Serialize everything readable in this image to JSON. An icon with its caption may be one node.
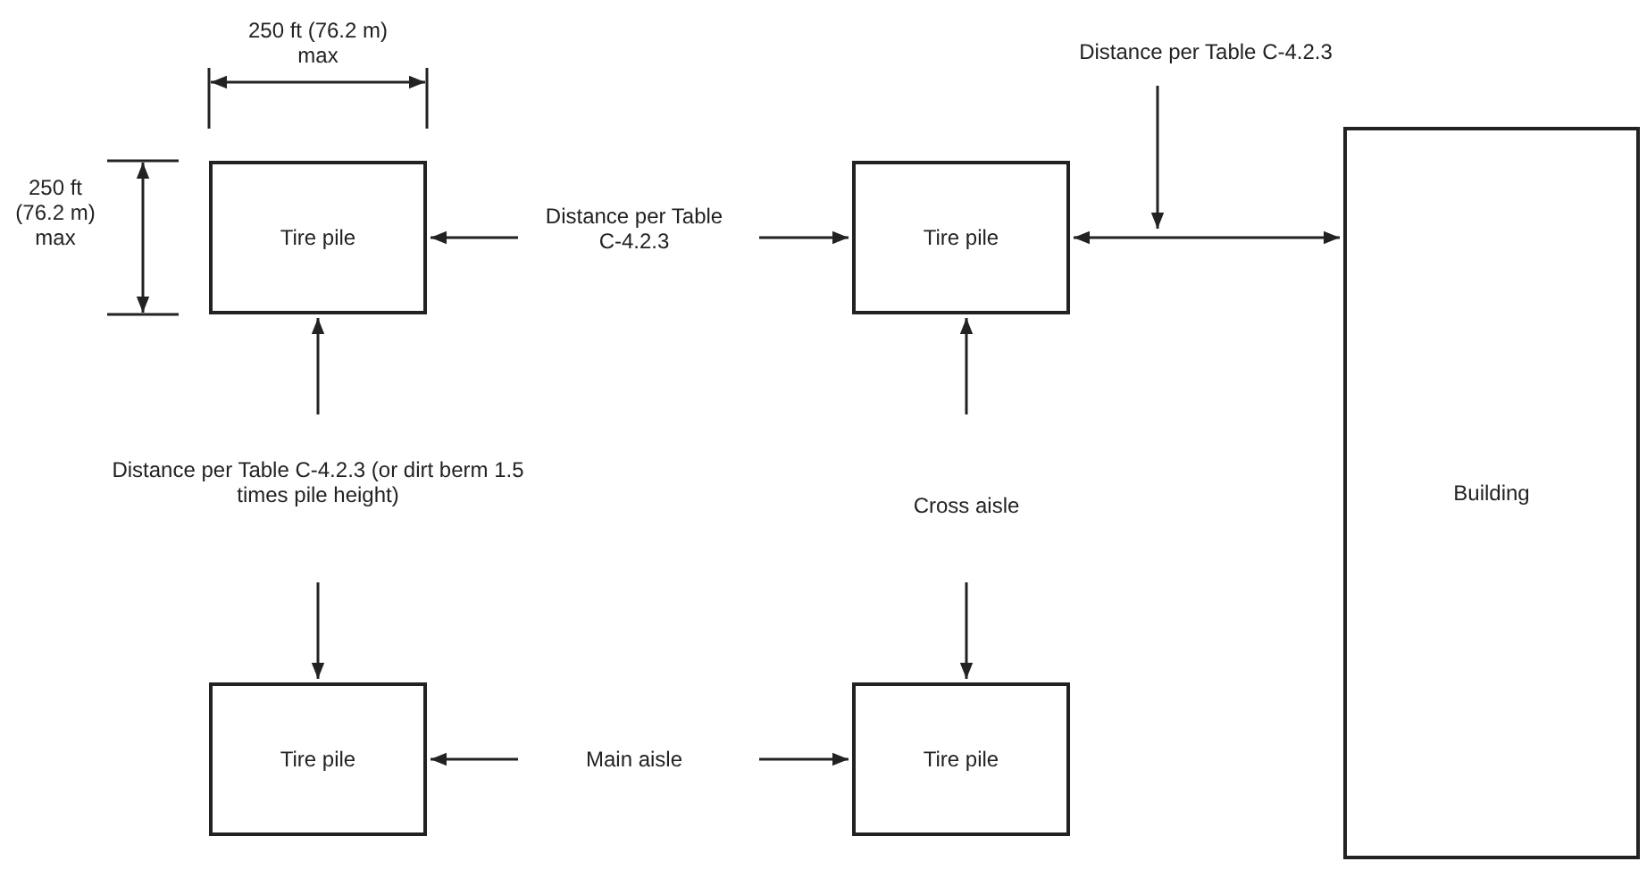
{
  "diagram": {
    "nodes": [
      {
        "text": [
          "Tire pile"
        ]
      },
      {
        "text": [
          "Tire pile"
        ]
      },
      {
        "text": [
          "Building"
        ]
      },
      {
        "text": [
          "Tire pile"
        ]
      },
      {
        "text": [
          "Tire pile"
        ]
      }
    ],
    "edges": [
      {
        "from": 1,
        "to": 2,
        "arrow": "both"
      }
    ],
    "labels": [
      "250 ft (76.2 m) max",
      "Distance per Table C-4.2.3",
      "250 ft (76.2 m) max",
      "Distance per Table C-4.2.3",
      "Distance per Table C-4.2.3 (or dirt berm 1.5 times pile height)",
      "Cross aisle",
      "Main aisle"
    ]
  }
}
